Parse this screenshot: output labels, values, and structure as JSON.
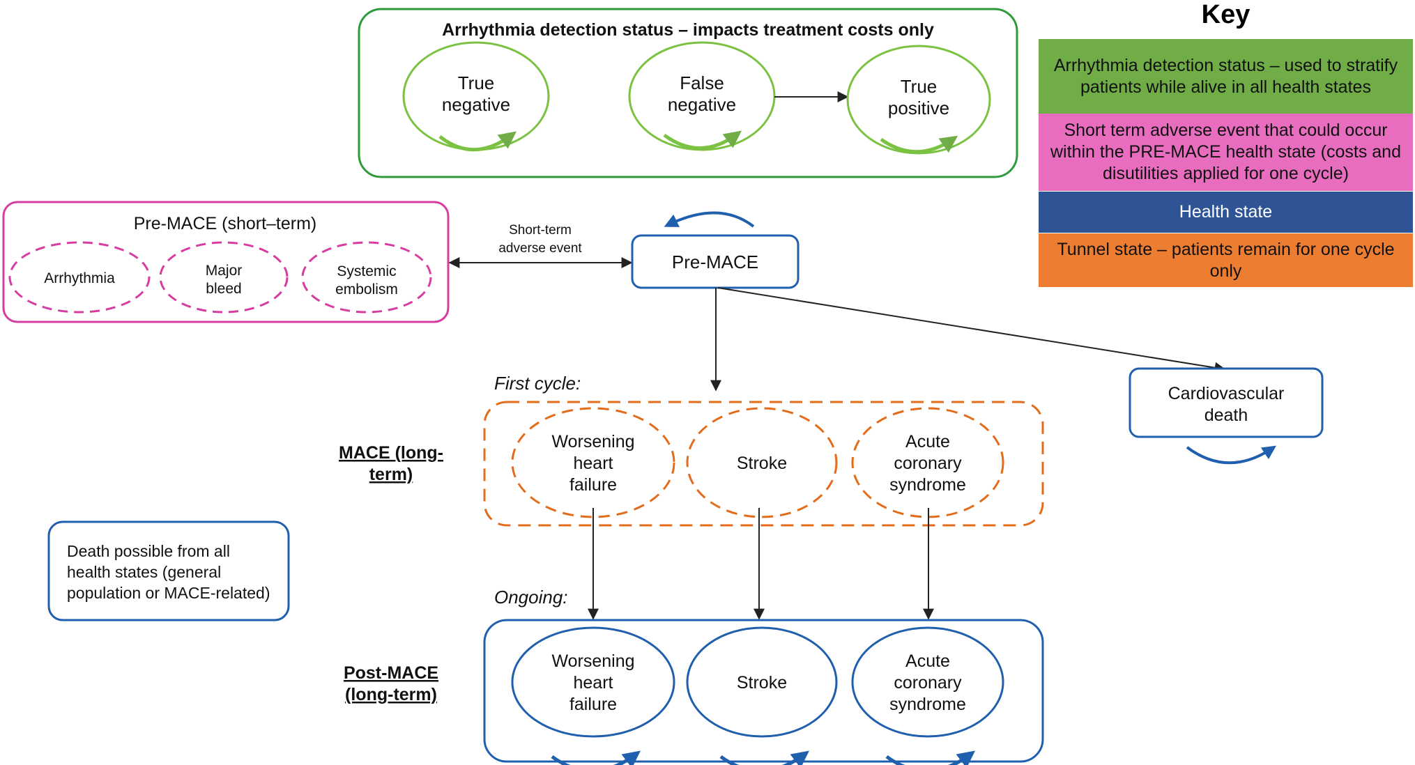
{
  "detection_panel": {
    "title": "Arrhythmia detection status – impacts treatment costs only",
    "states": [
      {
        "line1": "True",
        "line2": "negative"
      },
      {
        "line1": "False",
        "line2": "negative"
      },
      {
        "line1": "True",
        "line2": "positive"
      }
    ]
  },
  "key": {
    "title": "Key",
    "items": [
      {
        "label": "Arrhythmia detection status – used to stratify patients while alive in all health states",
        "color": "#70ad47"
      },
      {
        "label": "Short term adverse event that could occur within the PRE-MACE health state (costs and disutilities applied for one cycle)",
        "color": "#e86dbf"
      },
      {
        "label": "Health state",
        "color": "#2f5496"
      },
      {
        "label": "Tunnel state – patients remain for one cycle only",
        "color": "#ed7d31"
      }
    ]
  },
  "pre_mace_short_term": {
    "title": "Pre-MACE (short–term)",
    "events": [
      {
        "line1": "Arrhythmia",
        "line2": ""
      },
      {
        "line1": "Major",
        "line2": "bleed"
      },
      {
        "line1": "Systemic",
        "line2": "embolism"
      }
    ]
  },
  "edge_label": {
    "line1": "Short-term",
    "line2": "adverse event"
  },
  "pre_mace": {
    "label": "Pre-MACE"
  },
  "cv_death": {
    "line1": "Cardiovascular",
    "line2": "death"
  },
  "first_cycle_label": "First cycle:",
  "ongoing_label": "Ongoing:",
  "mace_label": {
    "line1": "MACE (long-",
    "line2": "term)"
  },
  "post_mace_label": {
    "line1": "Post-MACE",
    "line2": "(long-term)"
  },
  "mace_states": [
    {
      "lines": [
        "Worsening",
        "heart",
        "failure"
      ]
    },
    {
      "lines": [
        "Stroke"
      ]
    },
    {
      "lines": [
        "Acute",
        "coronary",
        "syndrome"
      ]
    }
  ],
  "post_mace_states": [
    {
      "lines": [
        "Worsening",
        "heart",
        "failure"
      ]
    },
    {
      "lines": [
        "Stroke"
      ]
    },
    {
      "lines": [
        "Acute",
        "coronary",
        "syndrome"
      ]
    }
  ],
  "death_note": {
    "lines": [
      "Death possible from all",
      "health states (general",
      "population or MACE-related)"
    ]
  },
  "colors": {
    "green": "#70ad47",
    "dark_green": "#2e9a3a",
    "pink": "#d63da0",
    "blue": "#1f5fad",
    "orange": "#e36c1a"
  }
}
